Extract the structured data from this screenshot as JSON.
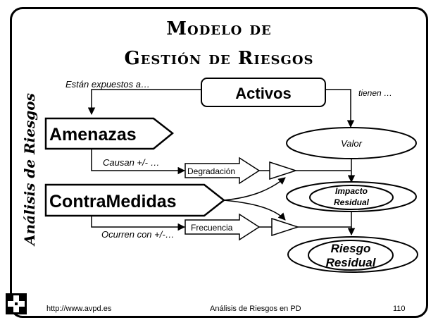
{
  "title": {
    "line1": "Modelo de",
    "line2": "Gestión de Riesgos"
  },
  "side_label": "Análisis de Riesgos",
  "diagram": {
    "activos": "Activos",
    "amenazas": "Amenazas",
    "contramedidas": "ContraMedidas",
    "valor": "Valor",
    "degradacion": "Degradación",
    "frecuencia": "Frecuencia",
    "impacto_line1": "Impacto",
    "impacto_line2": "Residual",
    "riesgo_line1": "Riesgo",
    "riesgo_line2": "Residual",
    "estan_expuestos": "Están expuestos a…",
    "tienen": "tienen …",
    "causan": "Causan +/- …",
    "ocurren": "Ocurren con +/-…"
  },
  "footer": {
    "url": "http://www.avpd.es",
    "center": "Análisis de Riesgos en PD",
    "page": "110"
  }
}
